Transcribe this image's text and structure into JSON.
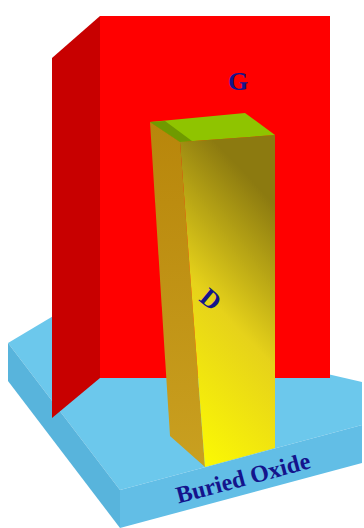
{
  "diagram": {
    "labels": [
      "G",
      "D",
      "Buried Oxide"
    ]
  }
}
